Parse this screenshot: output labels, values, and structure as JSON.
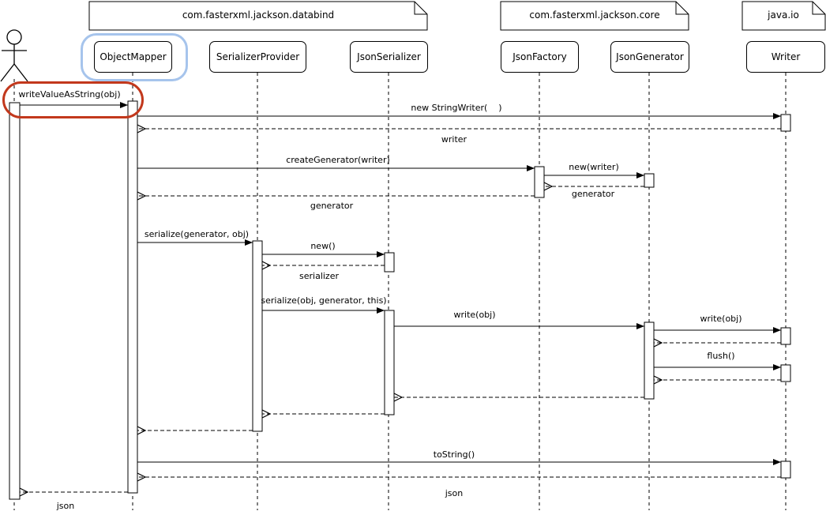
{
  "packages": {
    "databind": "com.fasterxml.jackson.databind",
    "core": "com.fasterxml.jackson.core",
    "java_io": "java.io"
  },
  "lifelines": {
    "object_mapper": "ObjectMapper",
    "serializer_provider": "SerializerProvider",
    "json_serializer": "JsonSerializer",
    "json_factory": "JsonFactory",
    "json_generator": "JsonGenerator",
    "writer": "Writer"
  },
  "messages": {
    "write_value_as_string": "writeValueAsString(obj)",
    "new_string_writer": "new StringWriter(    )",
    "writer_return": "writer",
    "create_generator": "createGenerator(writer)",
    "new_writer": "new(writer)",
    "generator_return_inner": "generator",
    "generator_return_outer": "generator",
    "serialize_generator_obj": "serialize(generator, obj)",
    "new_call": "new()",
    "serializer_return": "serializer",
    "serialize_obj_generator_this": "serialize(obj, generator, this)",
    "write_obj_serializer": "write(obj)",
    "write_obj_generator": "write(obj)",
    "flush_call": "flush()",
    "to_string": "toString()",
    "json_return": "json",
    "json_return_actor": "json"
  },
  "annotations": {
    "highlight_red_color": "#c2381c",
    "highlight_blue_color": "#a6c4ec"
  }
}
